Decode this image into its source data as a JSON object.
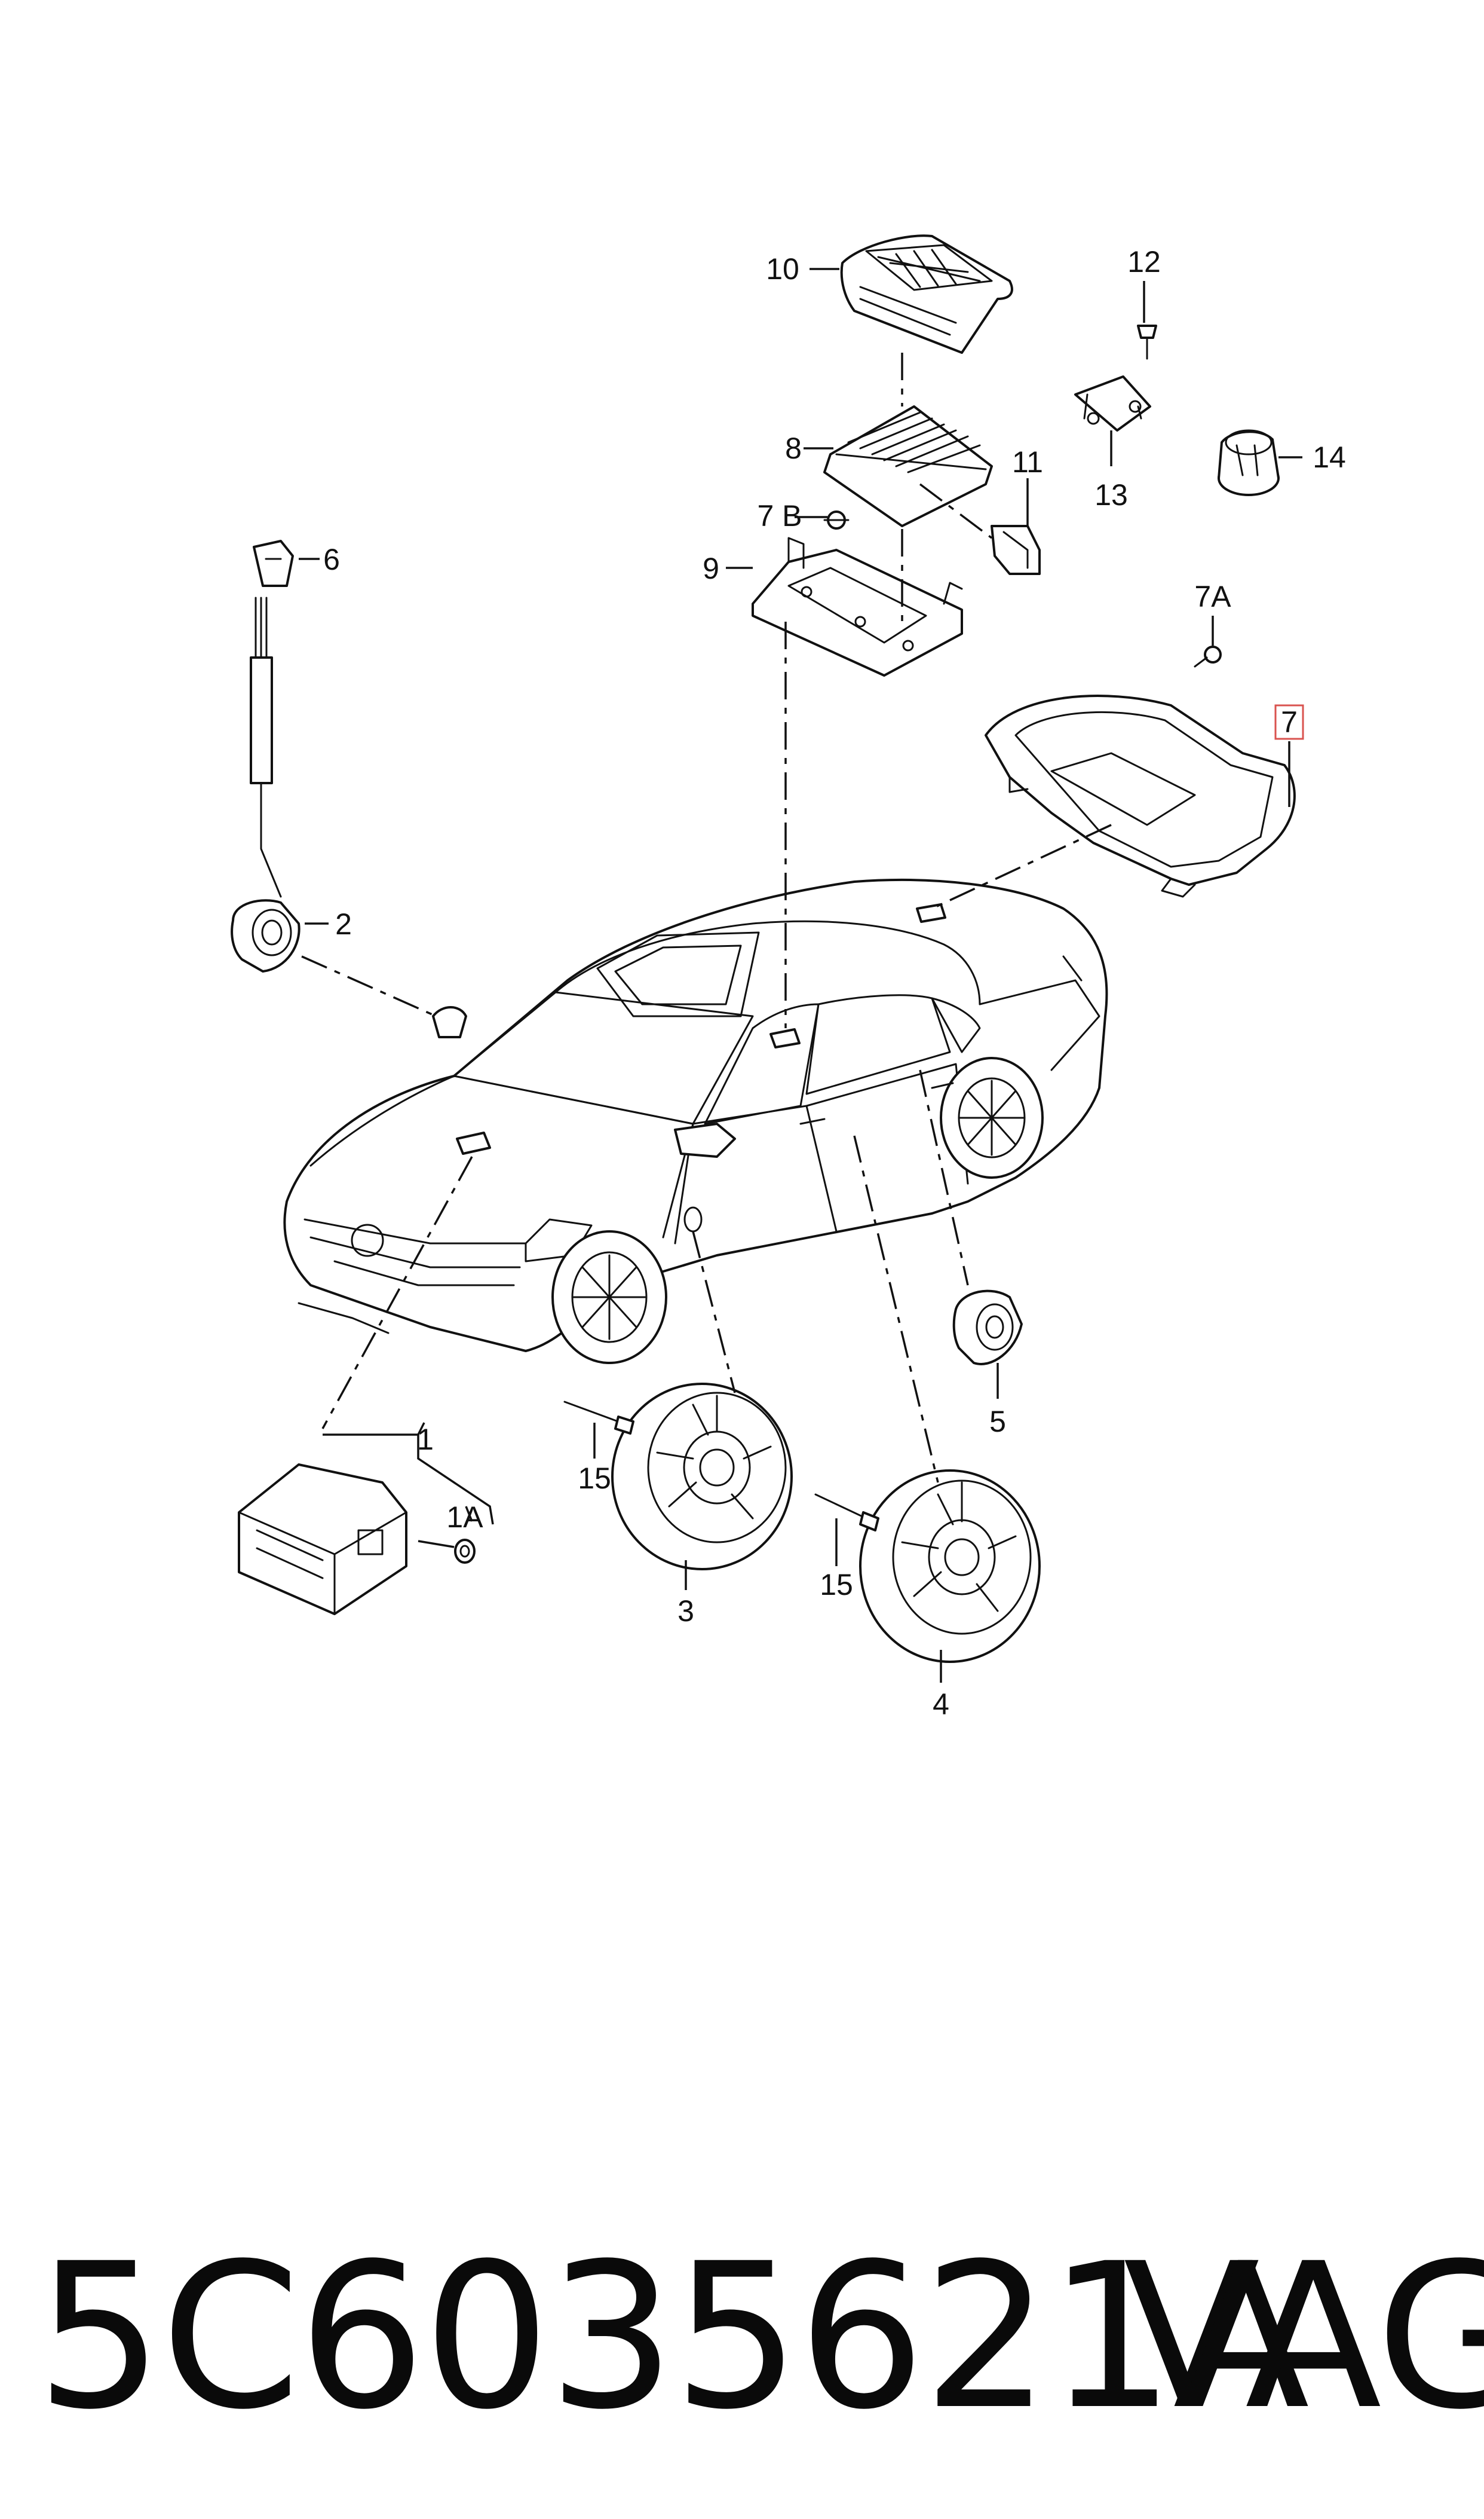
{
  "labels": {
    "p1": "1",
    "p1a": "1A",
    "p2": "2",
    "p3": "3",
    "p4": "4",
    "p5": "5",
    "p6": "6",
    "p7": "7",
    "p7a": "7A",
    "p7b": "7 B",
    "p8": "8",
    "p9": "9",
    "p10": "10",
    "p11": "11",
    "p12": "12",
    "p13": "13",
    "p14": "14",
    "p15a": "15",
    "p15b": "15"
  },
  "caption": {
    "part_number": "5C6035621A",
    "brand": "VAG"
  },
  "colors": {
    "line": "#111111",
    "highlight_box": "#d9534f"
  }
}
